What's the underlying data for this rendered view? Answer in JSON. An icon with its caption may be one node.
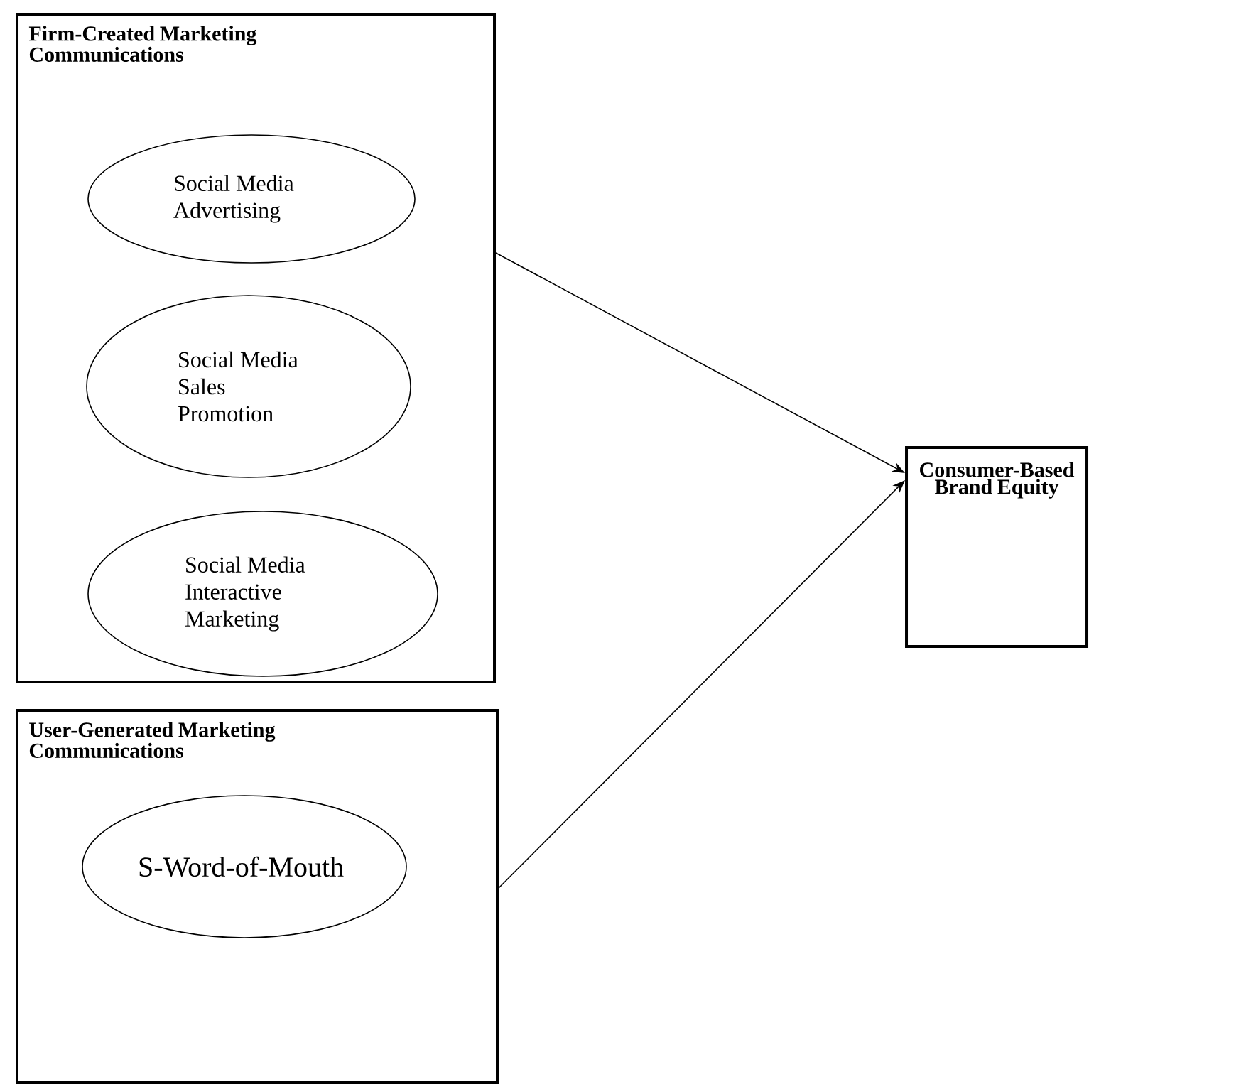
{
  "diagram": {
    "nodes": [
      {
        "text": [
          "Firm-Created Marketing Communications"
        ]
      },
      {
        "text": [
          "Social Media Advertising"
        ],
        "in": 0
      },
      {
        "text": [
          "Social Media Sales Promotion"
        ],
        "in": 0
      },
      {
        "text": [
          "Social Media Interactive Marketing"
        ],
        "in": 0
      },
      {
        "text": [
          "User-Generated Marketing Communications"
        ]
      },
      {
        "text": [
          "S-Word-of-Mouth"
        ],
        "in": 4
      },
      {
        "text": [
          "Consumer-Based Brand Equity"
        ]
      }
    ],
    "edges": [
      {
        "from": 0,
        "to": 6,
        "arrow": "to"
      },
      {
        "from": 4,
        "to": 6,
        "arrow": "to"
      }
    ]
  }
}
